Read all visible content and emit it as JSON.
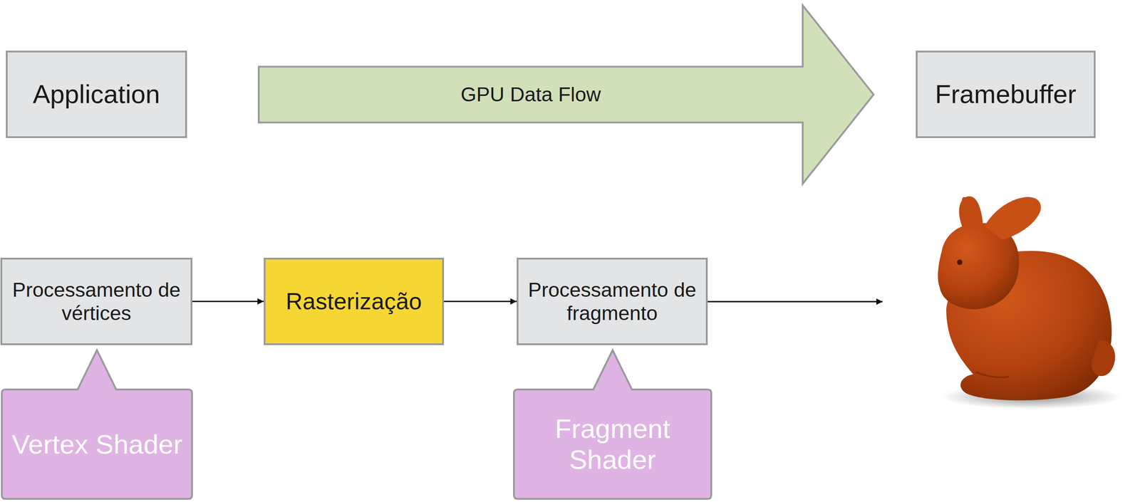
{
  "diagram": {
    "nodes": [
      {
        "text": [
          "Application"
        ]
      },
      {
        "text": [
          "GPU Data Flow"
        ]
      },
      {
        "text": [
          "Framebuffer"
        ]
      },
      {
        "text": [
          "Processamento de vértices"
        ]
      },
      {
        "text": [
          "Rasterização"
        ]
      },
      {
        "text": [
          "Processamento de fragmento"
        ]
      },
      {
        "text": [
          "Vertex Shader"
        ]
      },
      {
        "text": [
          "Fragment Shader"
        ]
      }
    ],
    "edges": [
      {
        "from": 3,
        "to": 4,
        "arrow": "to"
      },
      {
        "from": 4,
        "to": 5,
        "arrow": "to"
      }
    ]
  }
}
